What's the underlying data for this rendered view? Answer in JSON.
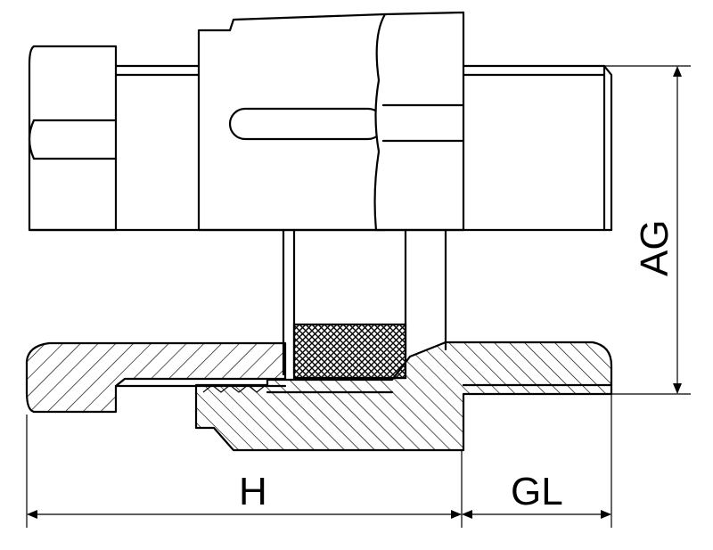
{
  "dimensions": {
    "height_label": "H",
    "thread_length_label": "GL",
    "thread_diameter_label": "AG"
  },
  "colors": {
    "line": "#000000",
    "background": "#ffffff"
  }
}
